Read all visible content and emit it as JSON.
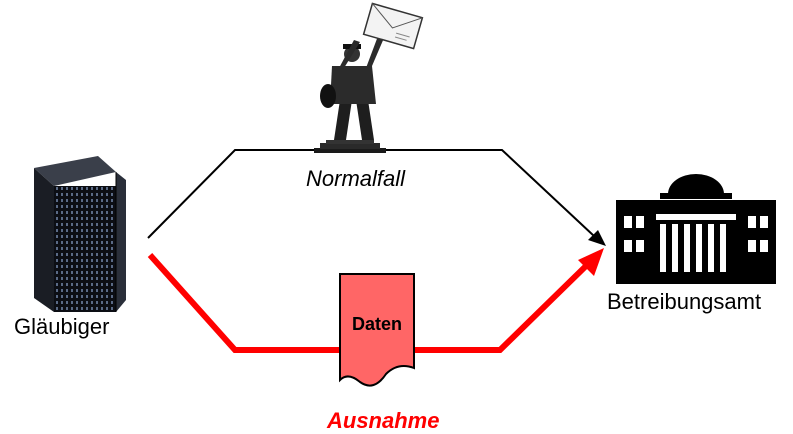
{
  "labels": {
    "creditor": "Gläubiger",
    "office": "Betreibungsamt",
    "normal_case": "Normalfall",
    "exception": "Ausnahme",
    "document": "Daten"
  },
  "colors": {
    "exception_path": "#ff0000",
    "document_fill": "#ff6666",
    "normal_path": "#000000"
  },
  "icons": {
    "creditor": "office-tower-icon",
    "office": "government-building-icon",
    "messenger": "mail-carrier-statue-icon",
    "document": "data-document-icon"
  }
}
